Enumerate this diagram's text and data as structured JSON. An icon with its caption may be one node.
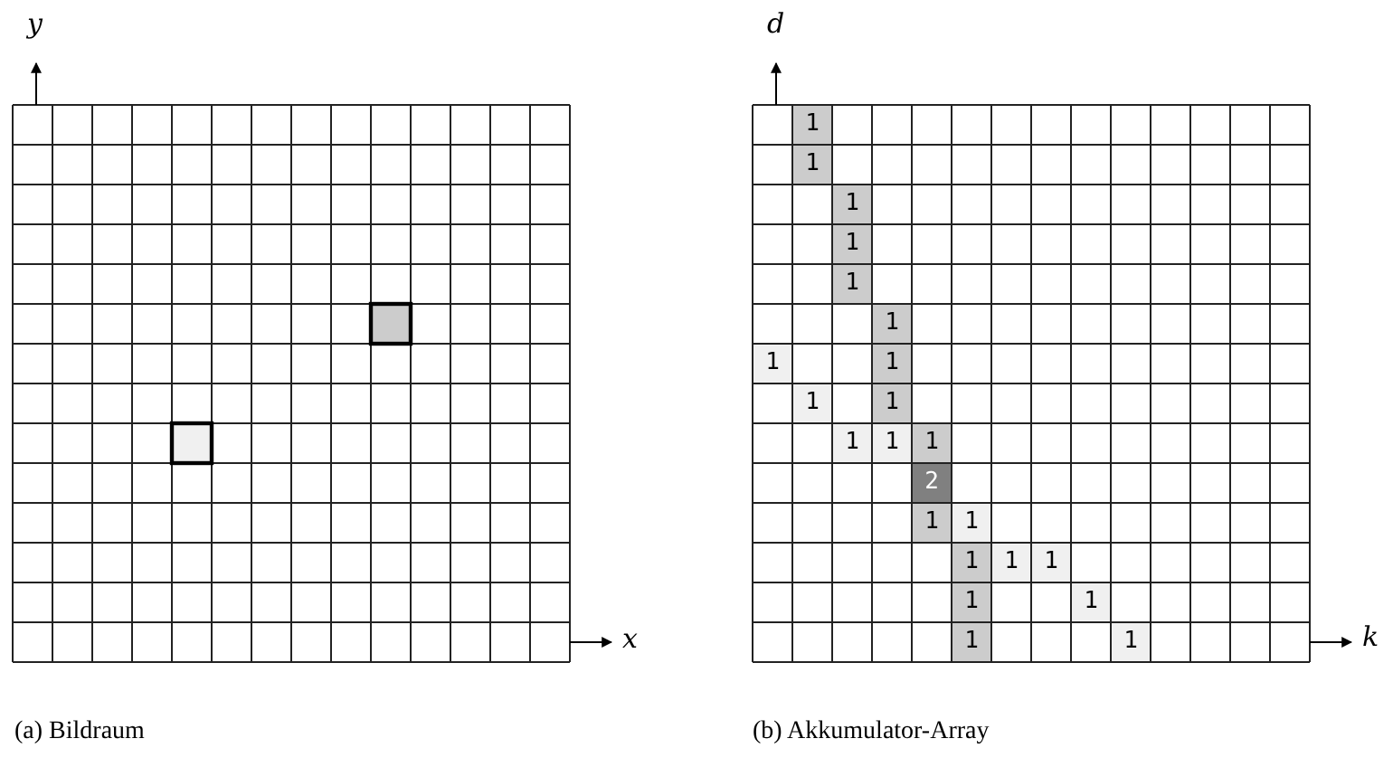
{
  "diagram": {
    "labels": [
      "y",
      "d",
      "1",
      "1",
      "1",
      "1",
      "1",
      "1",
      "1",
      "1",
      "1",
      "1",
      "1",
      "1",
      "1",
      "2",
      "1",
      "1",
      "1",
      "1",
      "1",
      "1",
      "1",
      "x",
      "1",
      "1",
      "k",
      "(a) Bildraum",
      "(b) Akkumulator-Array"
    ]
  }
}
